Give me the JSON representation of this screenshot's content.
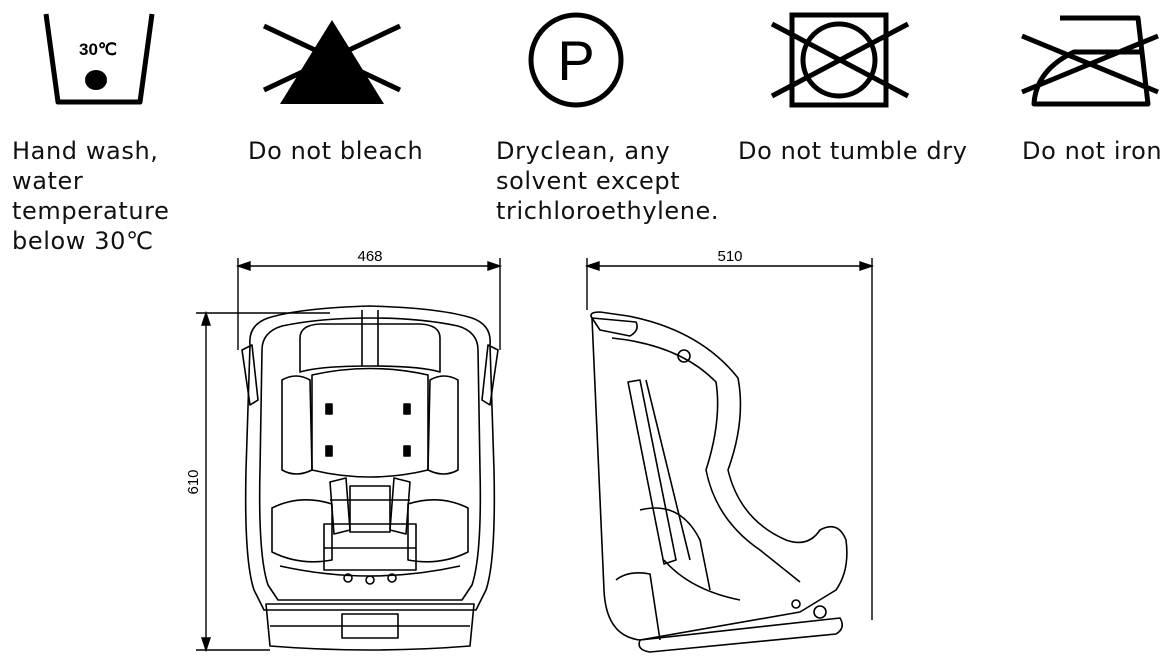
{
  "care_symbols": [
    {
      "icon": "hand-wash-30-icon",
      "icon_text": "30℃",
      "lines": [
        "Hand wash,",
        "water",
        "temperature",
        "below 30℃"
      ]
    },
    {
      "icon": "do-not-bleach-icon",
      "lines": [
        "Do not bleach"
      ]
    },
    {
      "icon": "dryclean-p-icon",
      "icon_text": "P",
      "lines": [
        "Dryclean, any",
        "solvent except",
        "trichloroethylene."
      ]
    },
    {
      "icon": "do-not-tumble-dry-icon",
      "lines": [
        "Do not tumble dry"
      ]
    },
    {
      "icon": "do-not-iron-icon",
      "lines": [
        "Do not iron"
      ]
    }
  ],
  "dimensions": {
    "front_width": "468",
    "height": "610",
    "side_depth": "510"
  },
  "colors": {
    "ink": "#000000",
    "background": "#ffffff"
  }
}
